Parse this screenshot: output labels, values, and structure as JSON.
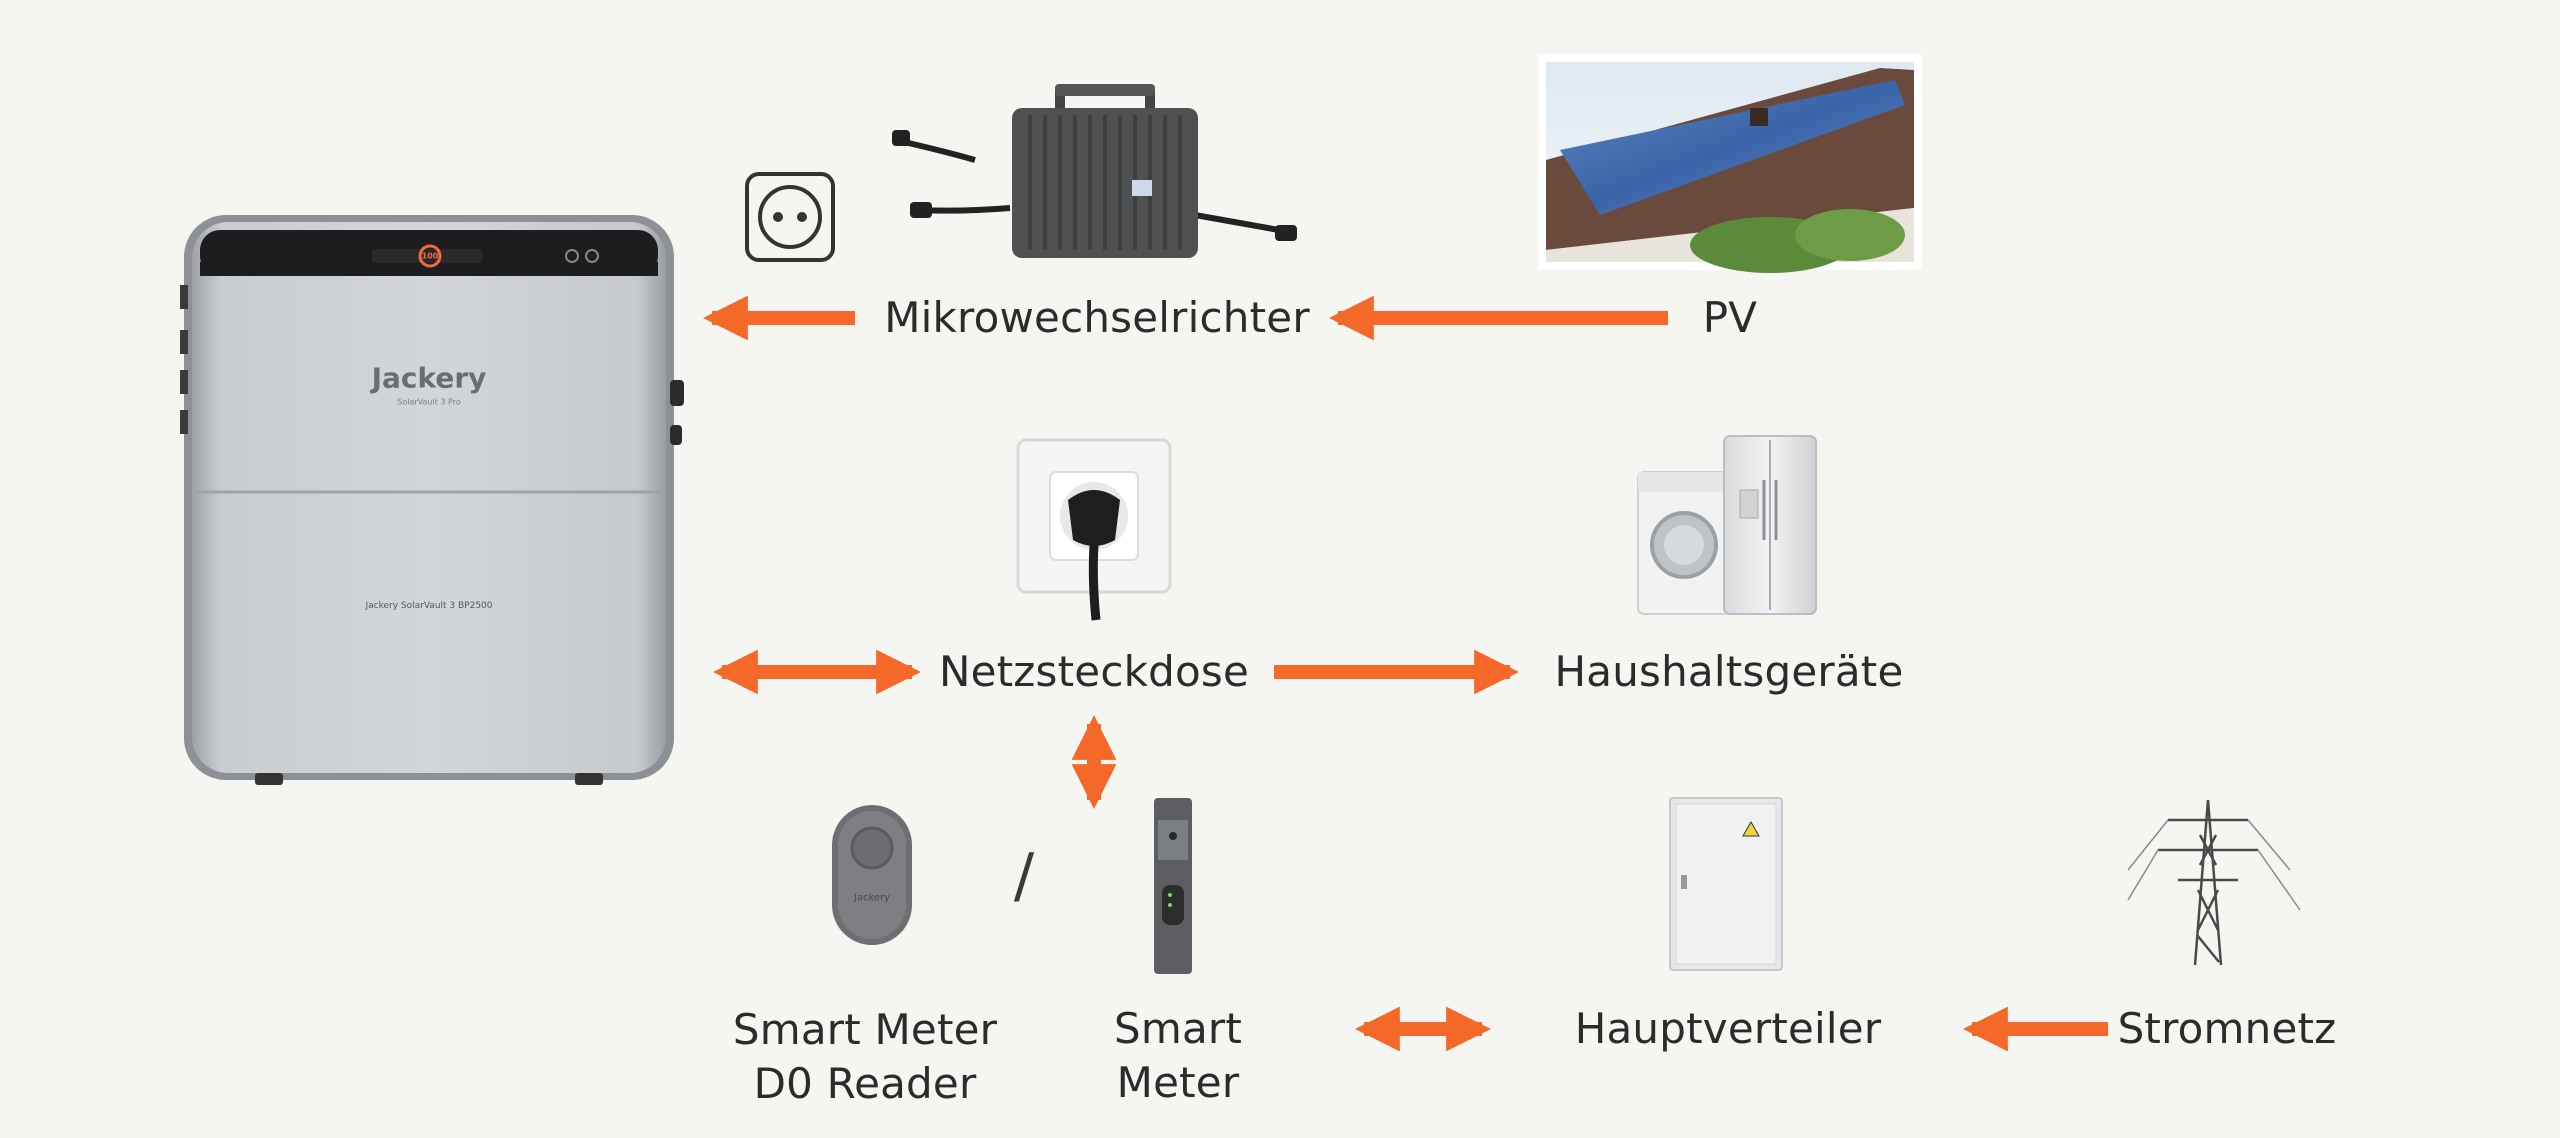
{
  "colors": {
    "arrow": "#f4692a",
    "background": "#f5f5f2",
    "text": "#2b2b2b"
  },
  "battery": {
    "brand": "Jackery",
    "model_top": "SolarVault 3 Pro",
    "model_bottom": "Jackery SolarVault 3 BP2500",
    "display": "100"
  },
  "inverter_label": "Mikrowechselrichter",
  "pv_label": "PV",
  "socket_label": "Netzsteckdose",
  "appliances_label": "Haushaltsgeräte",
  "reader_label_line1": "Smart Meter",
  "reader_label_line2": "D0 Reader",
  "reader_brand": "Jackery",
  "separator": "/",
  "meter_label_line1": "Smart",
  "meter_label_line2": "Meter",
  "distribution_label": "Hauptverteiler",
  "grid_label": "Stromnetz",
  "icons": [
    "outlet-icon",
    "microinverter-icon",
    "solar-roof-icon",
    "wall-socket-plug-icon",
    "washing-machine-icon",
    "fridge-icon",
    "d0-reader-icon",
    "smart-meter-icon",
    "distribution-cabinet-icon",
    "power-tower-icon"
  ]
}
